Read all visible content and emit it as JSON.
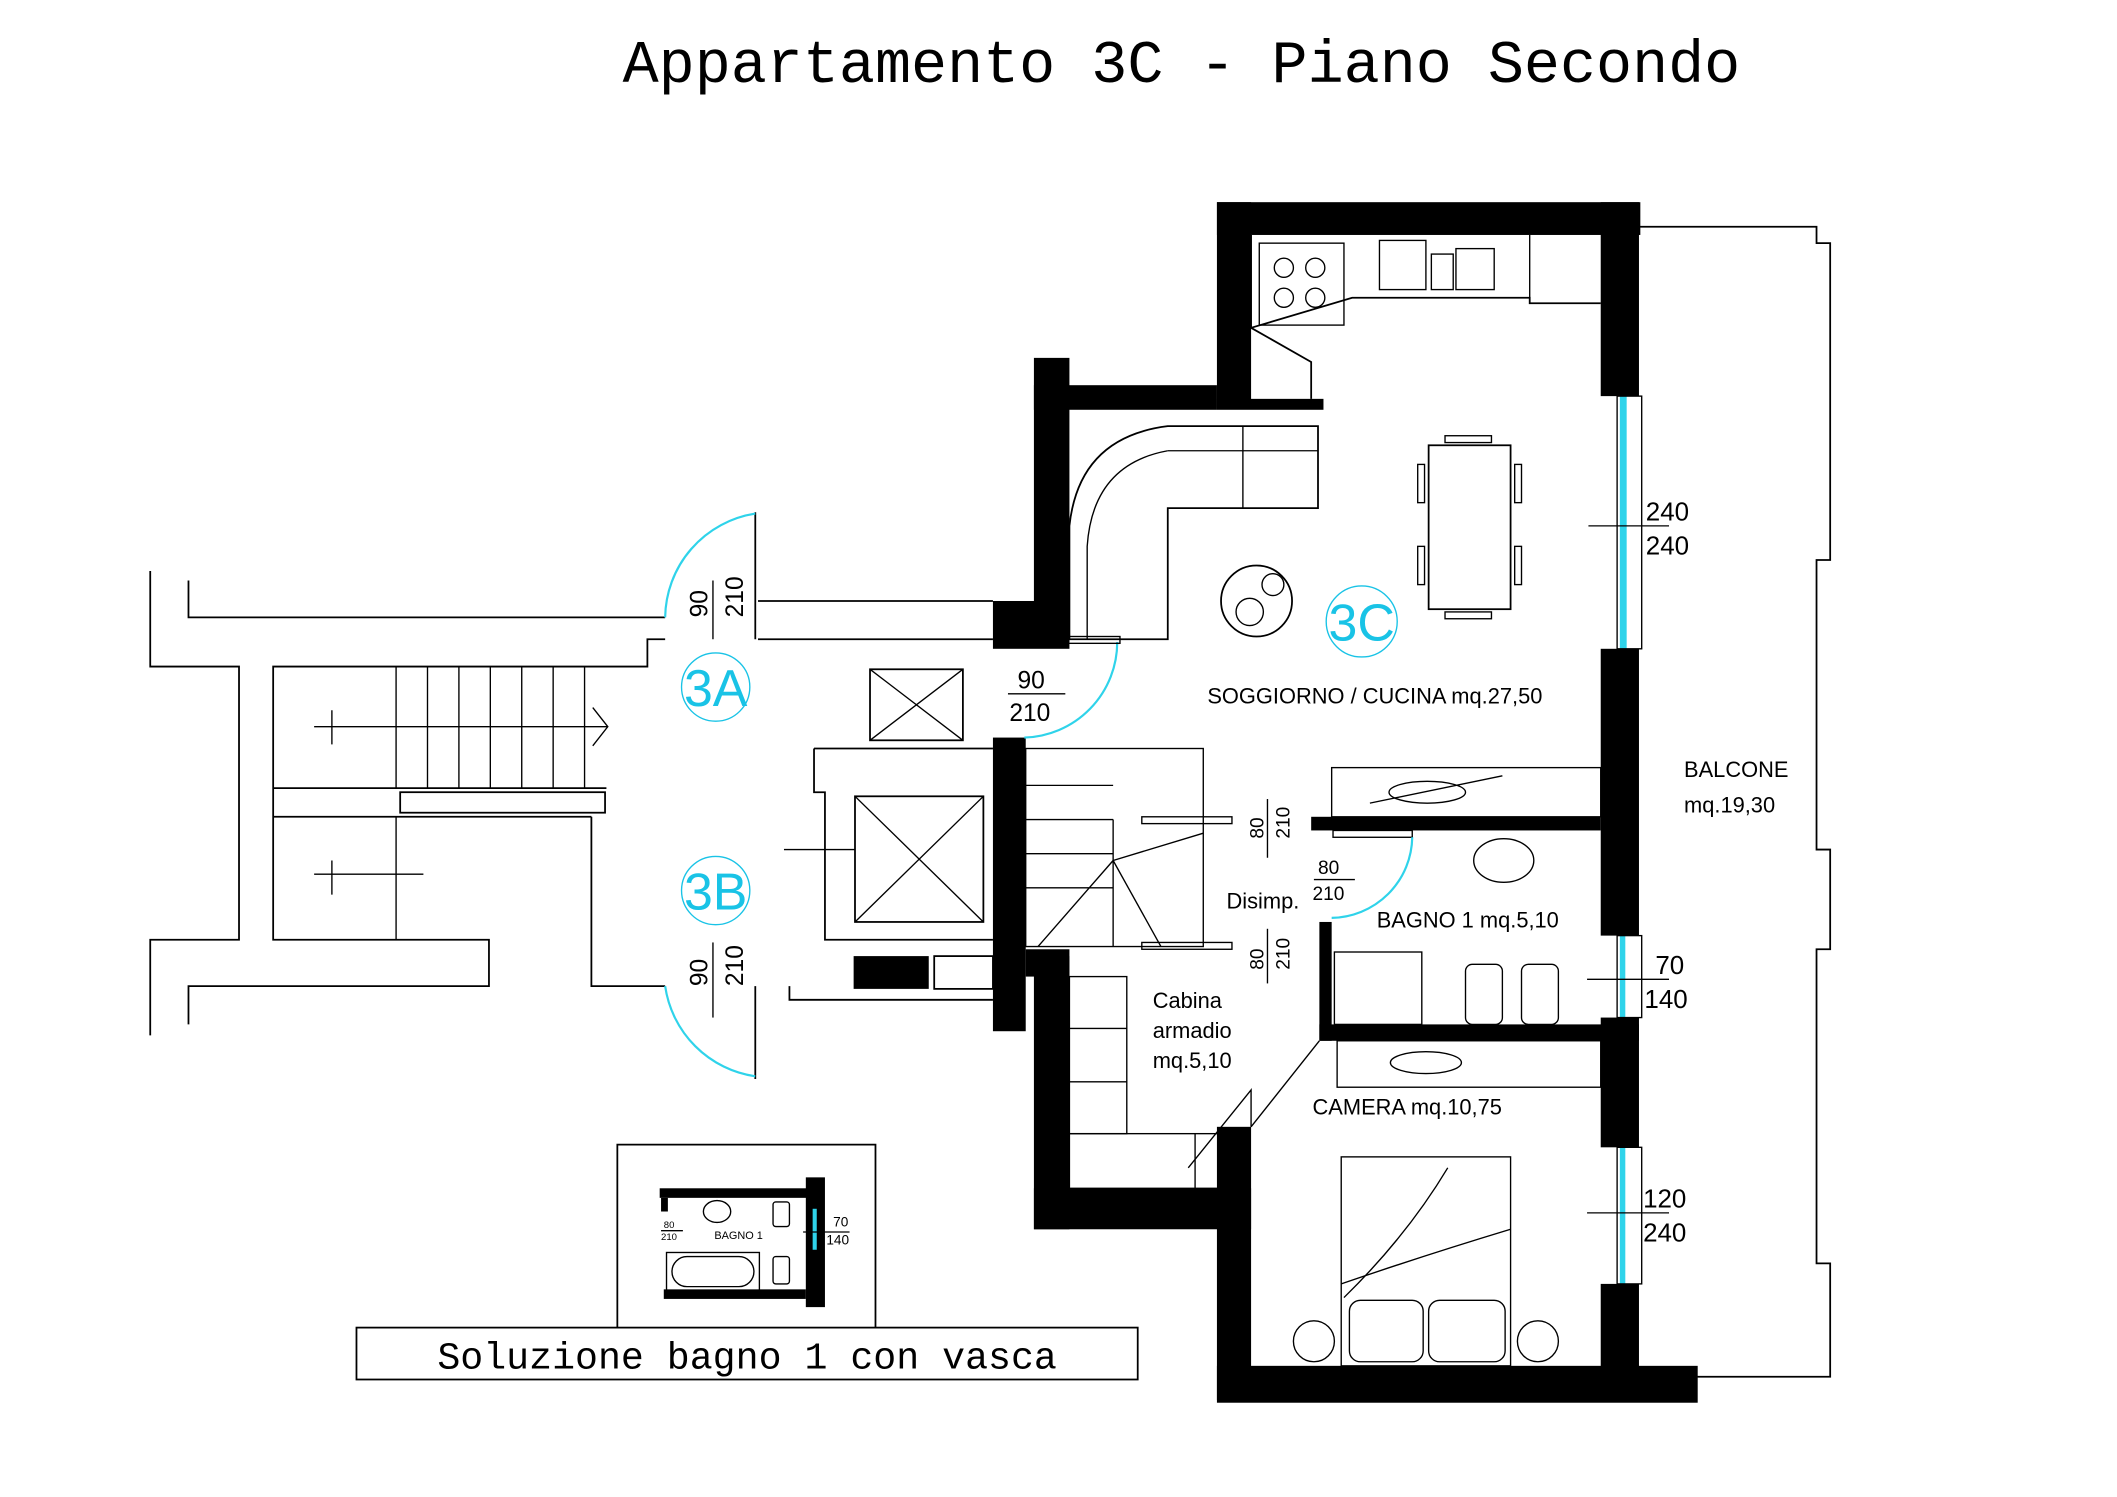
{
  "title": "Appartamento 3C - Piano Secondo",
  "units": {
    "a": "3A",
    "b": "3B",
    "c": "3C"
  },
  "rooms": {
    "soggiorno": "SOGGIORNO / CUCINA mq.27,50",
    "balcone_name": "BALCONE",
    "balcone_area": "mq.19,30",
    "bagno": "BAGNO 1 mq.5,10",
    "disimp": "Disimp.",
    "cabina_1": "Cabina",
    "cabina_2": "armadio",
    "cabina_3": "mq.5,10",
    "camera": "CAMERA mq.10,75"
  },
  "dims": {
    "door_3a": [
      "90",
      "210"
    ],
    "door_3b": [
      "90",
      "210"
    ],
    "door_3c": [
      "90",
      "210"
    ],
    "door_disimp_top": [
      "80",
      "210"
    ],
    "door_disimp_bottom": [
      "80",
      "210"
    ],
    "door_bagno": [
      "80",
      "210"
    ],
    "win_soggiorno": [
      "240",
      "240"
    ],
    "win_bagno": [
      "70",
      "140"
    ],
    "win_camera": [
      "120",
      "240"
    ]
  },
  "inset": {
    "room": "BAGNO 1",
    "door": [
      "80",
      "210"
    ],
    "window": [
      "70",
      "140"
    ],
    "caption": "Soluzione bagno 1 con vasca"
  },
  "colors": {
    "accent": "#19c3e6",
    "wall": "#000000"
  }
}
